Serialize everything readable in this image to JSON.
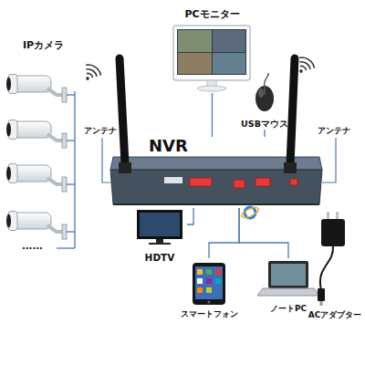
{
  "diagram": {
    "nodes": [
      {
        "text": [
          "IPカメラ"
        ]
      },
      {
        "text": [
          "PCモニター"
        ]
      },
      {
        "text": [
          "USBマウス"
        ]
      },
      {
        "text": [
          "NVR"
        ]
      },
      {
        "text": [
          "HDTV"
        ]
      },
      {
        "text": [
          "スマートフォン"
        ]
      },
      {
        "text": [
          "ノートPC"
        ]
      },
      {
        "text": [
          "ACアダプター"
        ]
      }
    ],
    "edges": [
      {
        "from": 1,
        "to": 3,
        "arrow": "none"
      },
      {
        "from": 2,
        "to": 3,
        "arrow": "none"
      },
      {
        "from": 3,
        "to": 4,
        "arrow": "none"
      },
      {
        "from": 3,
        "to": 5,
        "arrow": "none"
      },
      {
        "from": 3,
        "to": 6,
        "arrow": "none"
      }
    ],
    "labels": [
      "アンテナ",
      "アンテナ",
      "......"
    ]
  }
}
